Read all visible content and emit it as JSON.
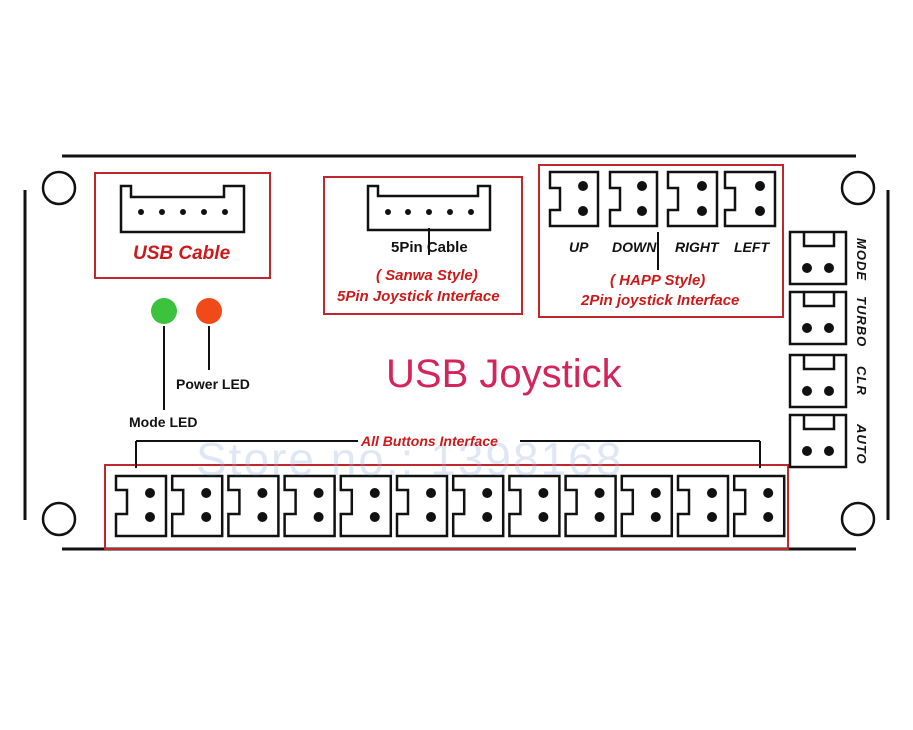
{
  "title": "USB Joystick",
  "watermark": "Store no.:  1398168",
  "usb_cable": {
    "label": "USB Cable"
  },
  "five_pin": {
    "cable_label": "5Pin Cable",
    "style_label": "( Sanwa Style)",
    "interface_label": "5Pin Joystick Interface"
  },
  "two_pin": {
    "directions": [
      "UP",
      "DOWN",
      "RIGHT",
      "LEFT"
    ],
    "style_label": "( HAPP Style)",
    "interface_label": "2Pin joystick Interface"
  },
  "leds": {
    "power_label": "Power LED",
    "mode_label": "Mode LED",
    "green": "#3cc23c",
    "red": "#f04a1a"
  },
  "buttons": {
    "label": "All Buttons Interface",
    "count": 12
  },
  "side_connectors": [
    "MODE",
    "TURBO",
    "CLR",
    "AUTO"
  ],
  "colors": {
    "accent": "#cc1a1a",
    "title": "#d4245a"
  }
}
